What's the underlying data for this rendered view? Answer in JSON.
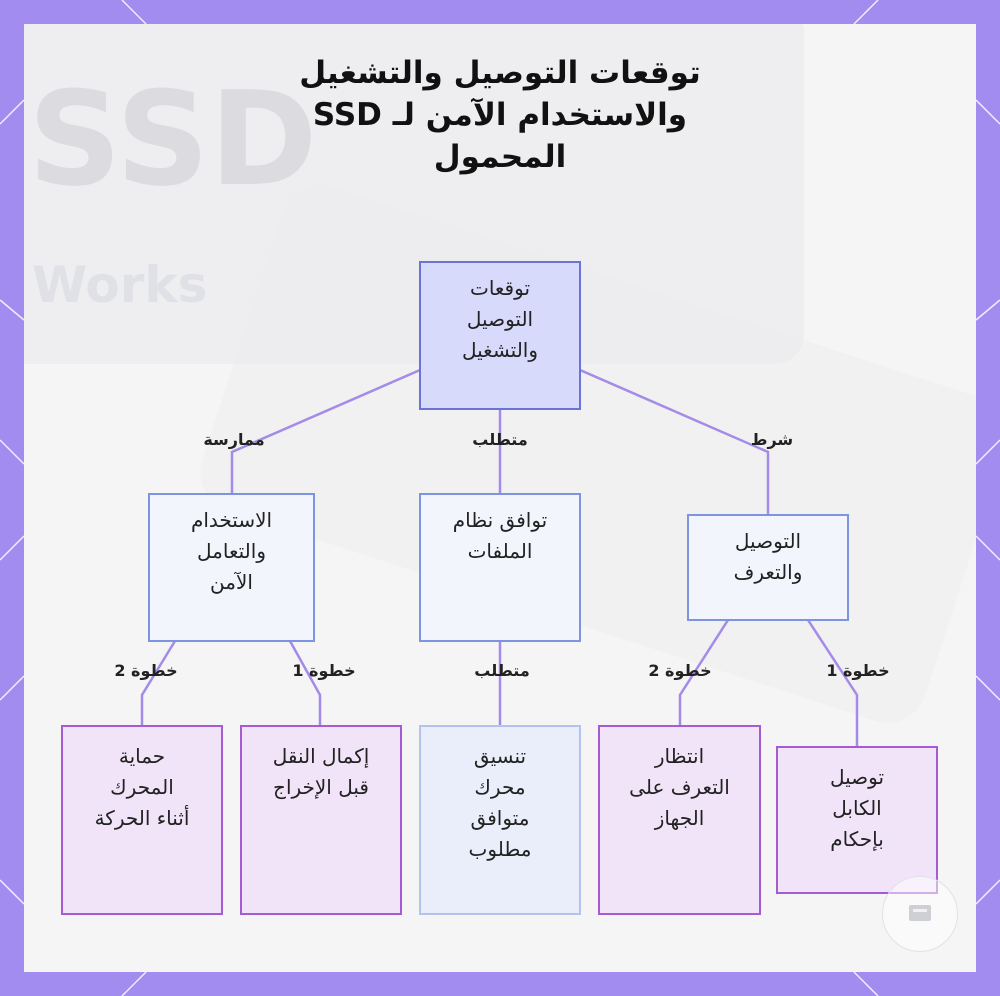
{
  "title": {
    "line1": "توقعات التوصيل والتشغيل",
    "line2": "والاستخدام الآمن لـ SSD",
    "line3": "المحمول"
  },
  "background": {
    "ghost_text_1": "SSD",
    "ghost_text_2": "Works"
  },
  "nodes": {
    "root": {
      "lines": [
        "توقعات",
        "التوصيل",
        "والتشغيل"
      ]
    },
    "connect": {
      "lines": [
        "التوصيل",
        "والتعرف"
      ]
    },
    "filesystem": {
      "lines": [
        "توافق نظام",
        "الملفات"
      ]
    },
    "safe_use": {
      "lines": [
        "الاستخدام",
        "والتعامل",
        "الآمن"
      ]
    },
    "plug_cable": {
      "lines": [
        "توصيل",
        "الكابل",
        "بإحكام"
      ]
    },
    "wait_recognition": {
      "lines": [
        "انتظار",
        "التعرف على",
        "الجهاز"
      ]
    },
    "format_drive": {
      "lines": [
        "تنسيق",
        "محرك",
        "متوافق",
        "مطلوب"
      ]
    },
    "finish_transfer": {
      "lines": [
        "إكمال النقل",
        "قبل الإخراج"
      ]
    },
    "protect_drive": {
      "lines": [
        "حماية",
        "المحرك",
        "أثناء الحركة"
      ]
    }
  },
  "edge_labels": {
    "condition": "شرط",
    "requirement": "متطلب",
    "practice": "ممارسة",
    "step1_right": "خطوة 1",
    "step2_right": "خطوة 2",
    "requirement_2": "متطلب",
    "step1_left": "خطوة 1",
    "step2_left": "خطوة 2"
  },
  "colors": {
    "frame": "#a38cf0",
    "edge": "#a58be8",
    "root_fill": "#d8dafb",
    "leaf_fill": "#f1e4f8",
    "leaf_border": "#a55cd2"
  }
}
